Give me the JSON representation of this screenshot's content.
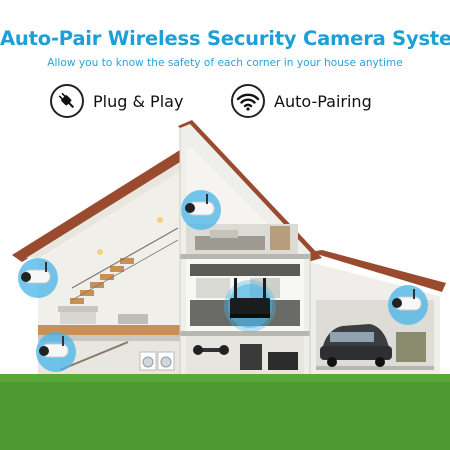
{
  "header": {
    "title": "Auto-Pair Wireless Security Camera System",
    "subtitle": "Allow you to know the safety of each corner in your house anytime"
  },
  "features": [
    {
      "label": "Plug & Play",
      "icon": "plug-icon"
    },
    {
      "label": "Auto-Pairing",
      "icon": "wifi-icon"
    }
  ],
  "colors": {
    "title": "#1f9fd6",
    "roof": "#9a4a2e",
    "wall": "#e4e4e0",
    "grass": "#4d9a32",
    "camera_ring": "#45b4e8"
  }
}
